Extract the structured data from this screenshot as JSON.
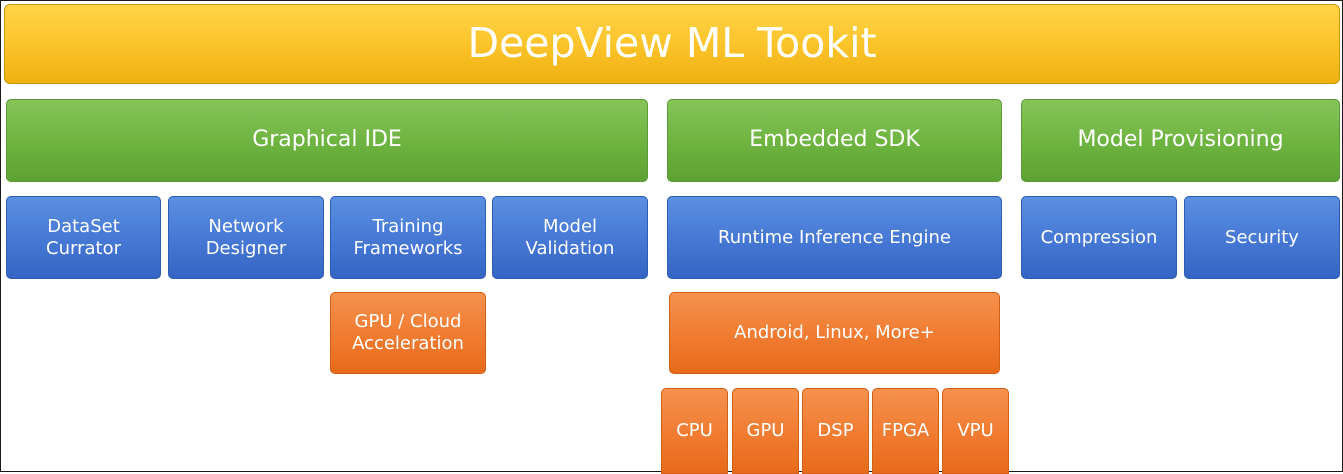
{
  "title": "DeepView ML Tookit",
  "sections": {
    "graphical_ide": {
      "label": "Graphical IDE",
      "items": [
        "DataSet\nCurrator",
        "Network\nDesigner",
        "Training\nFrameworks",
        "Model\nValidation"
      ],
      "acceleration": "GPU / Cloud\nAcceleration"
    },
    "embedded_sdk": {
      "label": "Embedded SDK",
      "engine": "Runtime Inference Engine",
      "platforms": "Android, Linux, More+",
      "hardware": [
        "CPU",
        "GPU",
        "DSP",
        "FPGA",
        "VPU"
      ]
    },
    "model_provisioning": {
      "label": "Model Provisioning",
      "items": [
        "Compression",
        "Security"
      ]
    }
  },
  "colors": {
    "title": "#fbc42a",
    "section": "#6db33f",
    "component": "#4577d4",
    "platform": "#f07b30"
  }
}
